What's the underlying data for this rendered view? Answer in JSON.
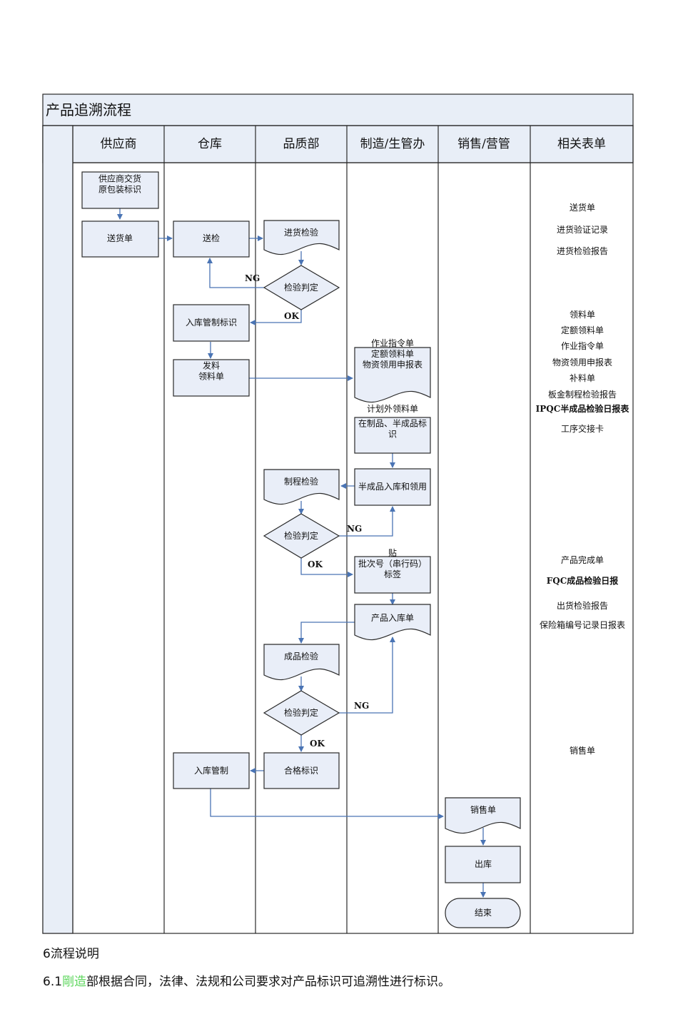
{
  "title": "产品追溯流程",
  "lanes": [
    "供应商",
    "仓库",
    "品质部",
    "制造/生管办",
    "销售/营管",
    "相关表单"
  ],
  "colors": {
    "header_bg": "#e8eef7",
    "node_bg": "#e9eef8",
    "line": "#2a2a2a",
    "arrow": "#4a74b4"
  },
  "nodes": {
    "n1": "供应商交货\n原包装标识",
    "n2": "送货单",
    "n3": "送检",
    "n4": "进货检验",
    "n5": "检验判定",
    "n6": "入库管制标识",
    "n7": "发料\n领料单",
    "n8": "作业指令单\n定额领料单\n物资领用申报表",
    "n9": "在制品、半成品标\n识",
    "n10": "半成品入库和领用",
    "n11": "制程检验",
    "n12": "检验判定",
    "n13": "贴\n批次号（串行码）\n标签",
    "n14": "产品入库单",
    "n15": "成品检验",
    "n16": "检验判定",
    "n17": "合格标识",
    "n18": "入库管制",
    "n19": "销售单",
    "n20": "出库",
    "n21": "结束"
  },
  "labels": {
    "ng1": "NG",
    "ok1": "OK",
    "ng2": "NG",
    "ok2": "OK",
    "ng3": "NG",
    "ok3": "OK",
    "extra": "计划外领料单"
  },
  "forms": [
    "送货单",
    "进货验证记录",
    "进货检验报告",
    "领料单",
    "定额领料单",
    "作业指令单",
    "物资领用申报表",
    "补料单",
    "板金制程检验报告",
    "IPQC半成品检验日报表",
    "工序交接卡",
    "产品完成单",
    "FQC成品检验日报",
    "出货检验报告",
    "保险箱编号记录日报表",
    "销售单"
  ],
  "footer": {
    "line1_num": "6",
    "line1_text": "流程说明",
    "line2_num": "6.1",
    "line2_hl": "剛造",
    "line2_text": "部根据合同，法律、法规和公司要求对产品标识可追溯性进行标识。"
  }
}
